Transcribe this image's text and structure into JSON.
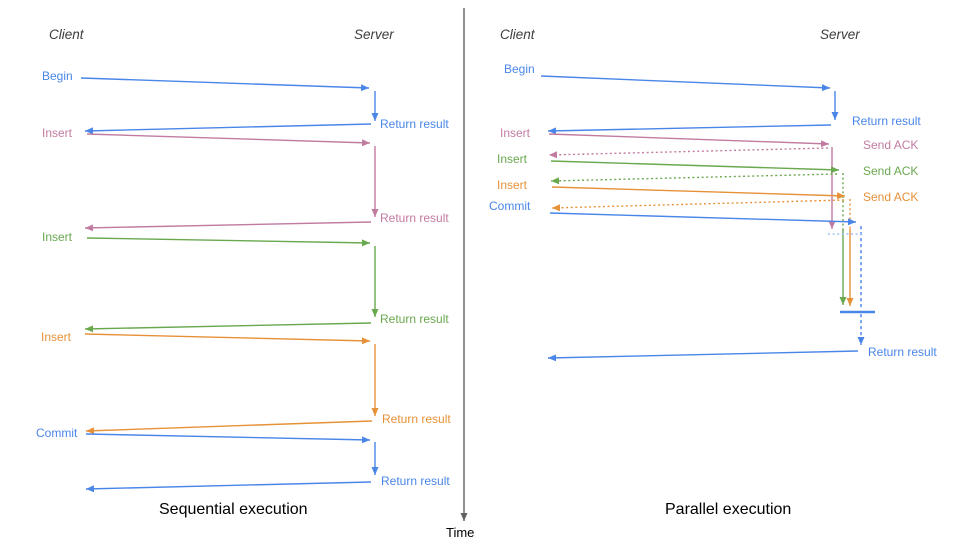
{
  "colors": {
    "blue": "#4a86e8",
    "pink": "#c27ba0",
    "green": "#6aa84f",
    "orange": "#e69138",
    "light_blue": "#a4c2f4",
    "axis": "#616161",
    "header_text": "#3d3d3d",
    "caption_text": "#000000"
  },
  "time_axis": {
    "label": "Time"
  },
  "sequential": {
    "caption": "Sequential execution",
    "client": "Client",
    "server": "Server",
    "steps": [
      {
        "request": "Begin",
        "response": "Return result",
        "color": "blue"
      },
      {
        "request": "Insert",
        "response": "Return result",
        "color": "pink"
      },
      {
        "request": "Insert",
        "response": "Return result",
        "color": "green"
      },
      {
        "request": "Insert",
        "response": "Return result",
        "color": "orange"
      },
      {
        "request": "Commit",
        "response": "Return result",
        "color": "blue"
      }
    ]
  },
  "parallel": {
    "caption": "Parallel execution",
    "client": "Client",
    "server": "Server",
    "steps": [
      {
        "request": "Begin",
        "response": "Return result",
        "color": "blue",
        "response_style": "solid"
      },
      {
        "request": "Insert",
        "response": "Send ACK",
        "color": "pink",
        "response_style": "dotted"
      },
      {
        "request": "Insert",
        "response": "Send ACK",
        "color": "green",
        "response_style": "dotted"
      },
      {
        "request": "Insert",
        "response": "Send ACK",
        "color": "orange",
        "response_style": "dotted"
      },
      {
        "request": "Commit",
        "response": "Return result",
        "color": "blue",
        "response_style": "solid"
      }
    ]
  }
}
